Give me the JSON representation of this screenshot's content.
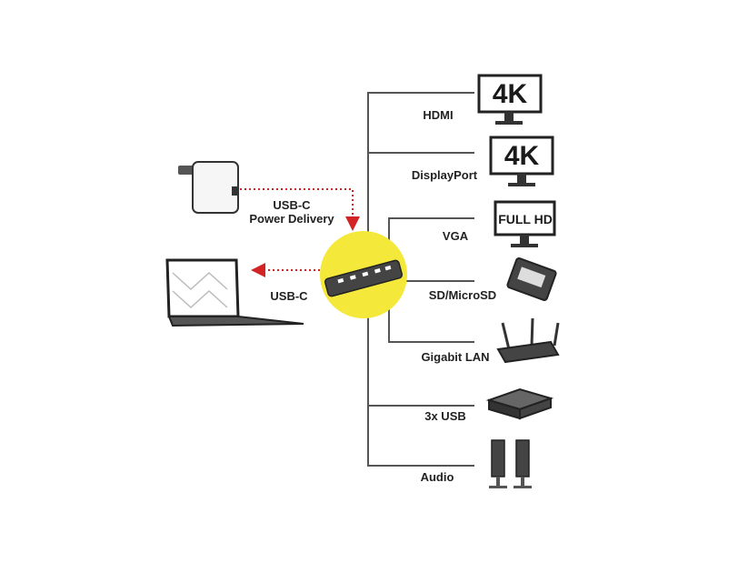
{
  "power": {
    "label_line1": "USB-C",
    "label_line2": "Power Delivery"
  },
  "laptop": {
    "label": "USB-C"
  },
  "outputs": {
    "hdmi": "HDMI",
    "displayport": "DisplayPort",
    "vga": "VGA",
    "sd": "SD/MicroSD",
    "lan": "Gigabit LAN",
    "usb": "3x USB",
    "audio": "Audio"
  },
  "monitors": {
    "hdmi": "4K",
    "displayport": "4K",
    "vga": "FULL HD"
  },
  "colors": {
    "hub_circle": "#f4e93a",
    "arrow": "#d22424",
    "line": "#555555"
  }
}
